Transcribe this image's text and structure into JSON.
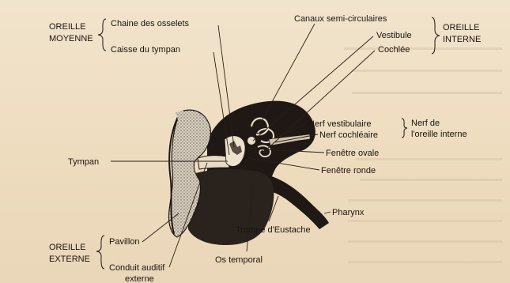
{
  "groups": {
    "middle_ear": [
      "OREILLE",
      "MOYENNE"
    ],
    "inner_ear": [
      "OREILLE",
      "INTERNE"
    ],
    "outer_ear": [
      "OREILLE",
      "EXTERNE"
    ],
    "auditory_nerve": [
      "Nerf de",
      "l'oreille interne"
    ]
  },
  "labels": {
    "ossicles": "Chaine des osselets",
    "tympanic_cavity": "Caisse du tympan",
    "semicircular_canals": "Canaux semi-circulaires",
    "vestibule": "Vestibule",
    "cochlea": "Cochlée",
    "vestibular_nerve": "Nerf vestibulaire",
    "cochlear_nerve": "Nerf cochléaire",
    "oval_window": "Fenêtre ovale",
    "round_window": "Fenêtre ronde",
    "tympanum": "Tympan",
    "pharynx": "Pharynx",
    "eustachian_tube": "Trompe d'Eustache",
    "temporal_bone": "Os temporal",
    "pinna": "Pavillon",
    "ear_canal": [
      "Conduit auditif",
      "externe"
    ]
  }
}
